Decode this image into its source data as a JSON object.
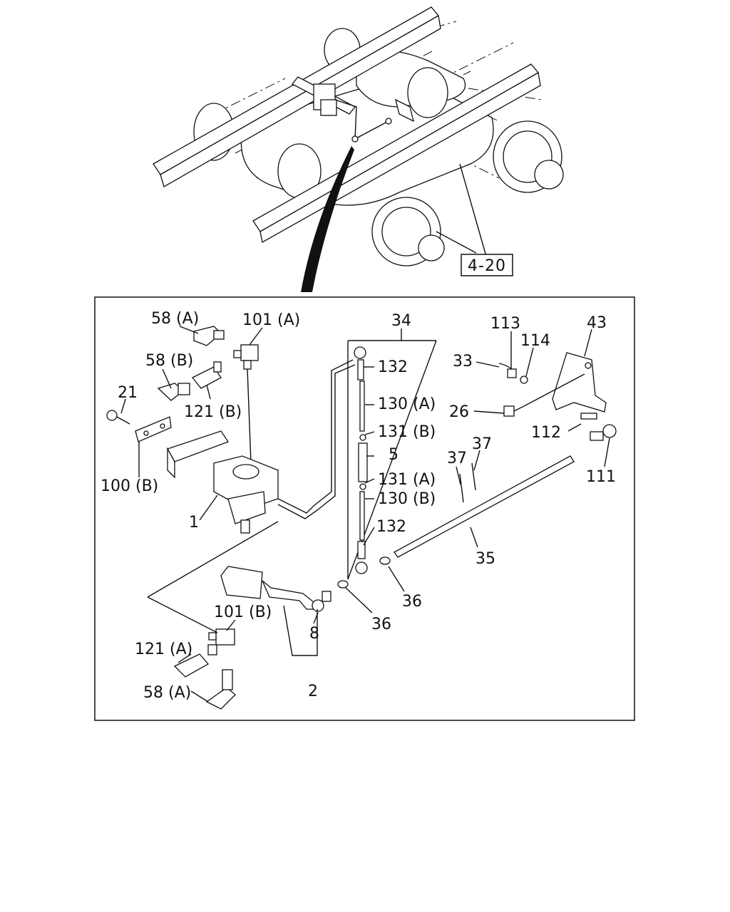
{
  "reference": {
    "label": "4-20"
  },
  "callouts": [
    {
      "key": "c58a_top",
      "label": "58 (A)"
    },
    {
      "key": "c101a",
      "label": "101 (A)"
    },
    {
      "key": "c58b",
      "label": "58 (B)"
    },
    {
      "key": "c121b",
      "label": "121 (B)"
    },
    {
      "key": "c21",
      "label": "21"
    },
    {
      "key": "c100b",
      "label": "100 (B)"
    },
    {
      "key": "c1",
      "label": "1"
    },
    {
      "key": "c34",
      "label": "34"
    },
    {
      "key": "c132_top",
      "label": "132"
    },
    {
      "key": "c130a",
      "label": "130 (A)"
    },
    {
      "key": "c131b",
      "label": "131 (B)"
    },
    {
      "key": "c5",
      "label": "5"
    },
    {
      "key": "c131a",
      "label": "131 (A)"
    },
    {
      "key": "c130b",
      "label": "130 (B)"
    },
    {
      "key": "c132_bot",
      "label": "132"
    },
    {
      "key": "c113",
      "label": "113"
    },
    {
      "key": "c114",
      "label": "114"
    },
    {
      "key": "c43",
      "label": "43"
    },
    {
      "key": "c33",
      "label": "33"
    },
    {
      "key": "c26",
      "label": "26"
    },
    {
      "key": "c112",
      "label": "112"
    },
    {
      "key": "c111",
      "label": "111"
    },
    {
      "key": "c37_left",
      "label": "37"
    },
    {
      "key": "c37_right",
      "label": "37"
    },
    {
      "key": "c35",
      "label": "35"
    },
    {
      "key": "c36_right",
      "label": "36"
    },
    {
      "key": "c36_left",
      "label": "36"
    },
    {
      "key": "c101b",
      "label": "101 (B)"
    },
    {
      "key": "c8",
      "label": "8"
    },
    {
      "key": "c121a",
      "label": "121 (A)"
    },
    {
      "key": "c58a_bot",
      "label": "58 (A)"
    },
    {
      "key": "c2",
      "label": "2"
    }
  ]
}
